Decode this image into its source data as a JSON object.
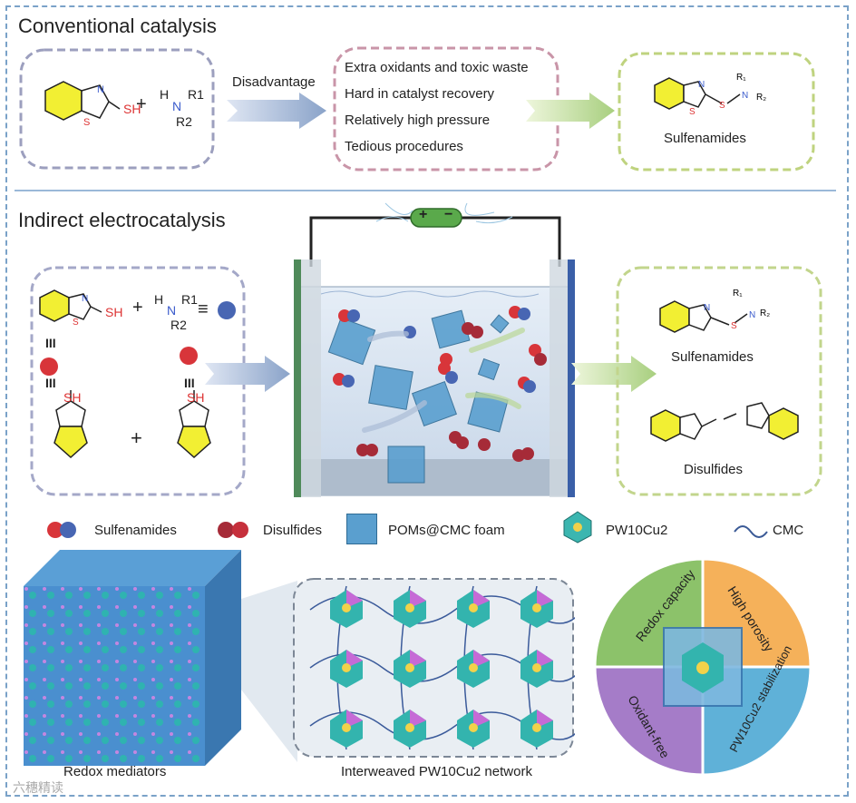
{
  "top": {
    "title": "Conventional catalysis",
    "reactant_sh": "SH",
    "amine_h": "H",
    "amine_n": "N",
    "amine_r1": "R1",
    "amine_r2": "R2",
    "plus": "+",
    "disadvantage_label": "Disadvantage",
    "disadvantages": [
      "Extra oxidants and toxic waste",
      "Hard in catalyst recovery",
      "Relatively high pressure",
      "Tedious procedures"
    ],
    "product_label": "Sulfenamides"
  },
  "bottom": {
    "title": "Indirect electrocatalysis",
    "battery_plus": "+",
    "battery_minus": "−",
    "left_sh": "SH",
    "identity": "≡",
    "three_bar": "III",
    "plus": "+",
    "products": [
      "Sulfenamides",
      "Disulfides"
    ]
  },
  "legend": {
    "items": [
      "Sulfenamides",
      "Disulfides",
      "POMs@CMC foam",
      "PW10Cu2",
      "CMC"
    ]
  },
  "lower": {
    "cube_label": "Redox mediators",
    "network_label": "Interweaved PW10Cu2 network",
    "pie": [
      "Redox capacity",
      "High porosity",
      "Oxidant-free",
      "PW10Cu2 stabilization"
    ],
    "colors": {
      "green": "#8cc26a",
      "orange": "#f5b15a",
      "purple": "#a57cc8",
      "blue": "#5fb1d8"
    }
  },
  "watermark": "六穗精读"
}
